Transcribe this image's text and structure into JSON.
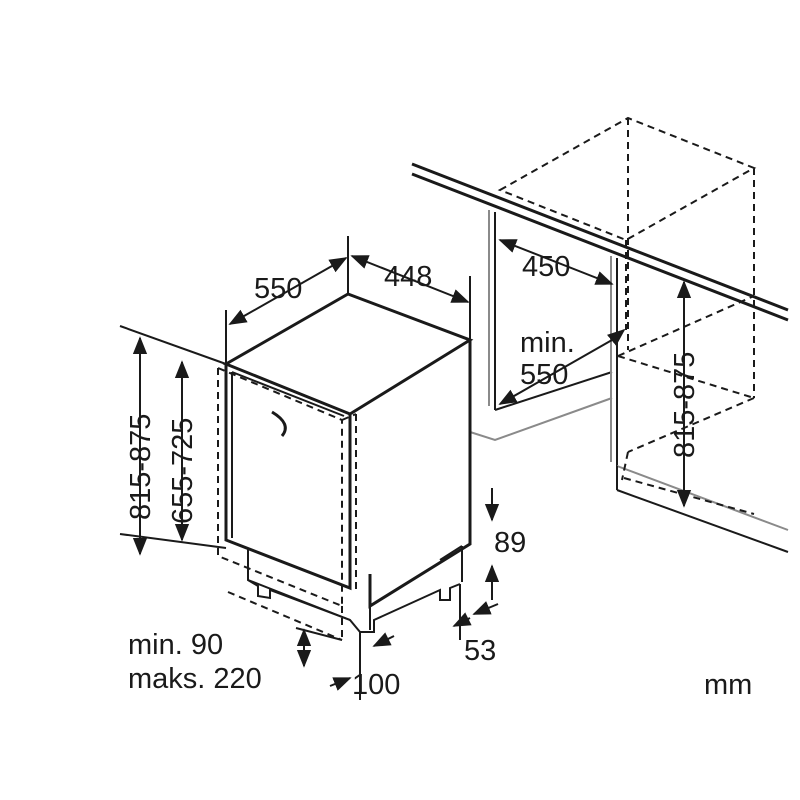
{
  "units": "mm",
  "dimensions": {
    "depth": "550",
    "width": "448",
    "niche_width": "450",
    "niche_depth_line1": "min.",
    "niche_depth_line2": "550",
    "height_outer": "815-875",
    "height_inner": "655-725",
    "niche_height": "815-875",
    "plinth_height": "89",
    "plinth_setback": "53",
    "foot": "100",
    "toe_min": "min. 90",
    "toe_max": "maks. 220"
  }
}
